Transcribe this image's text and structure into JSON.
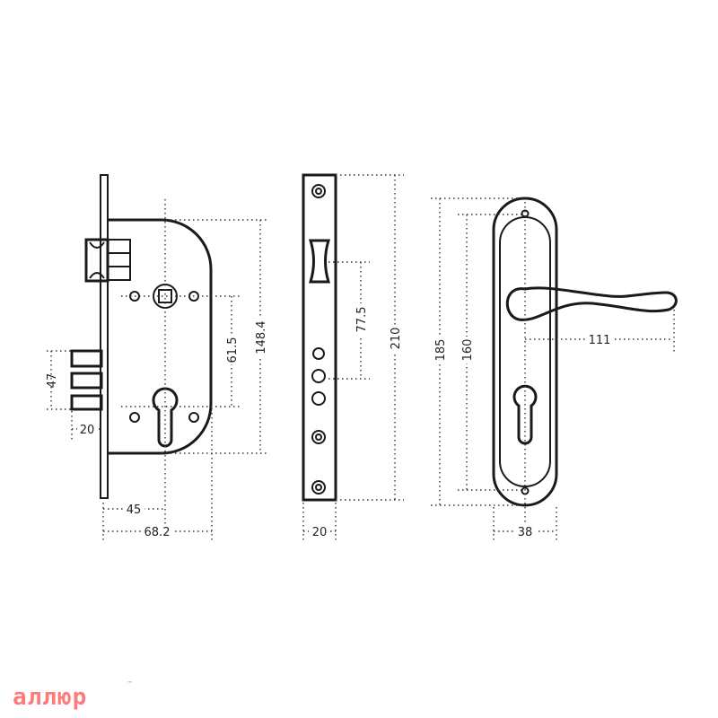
{
  "mortise_lock": {
    "dim_deadbolt_span": "47",
    "dim_deadbolt_projection": "20",
    "dim_backset": "45",
    "dim_body_depth": "68.2",
    "dim_center_distance": "61.5",
    "dim_body_height": "148.4"
  },
  "strike_plate": {
    "dim_opening_span": "77.5",
    "dim_length": "210",
    "dim_width": "20"
  },
  "handle": {
    "dim_plate_length": "185",
    "dim_hole_spacing": "160",
    "dim_lever_length": "111",
    "dim_plate_width": "38"
  },
  "logo": {
    "text": "аллюр",
    "trademark": "™",
    "color": "#ff7b7b"
  }
}
